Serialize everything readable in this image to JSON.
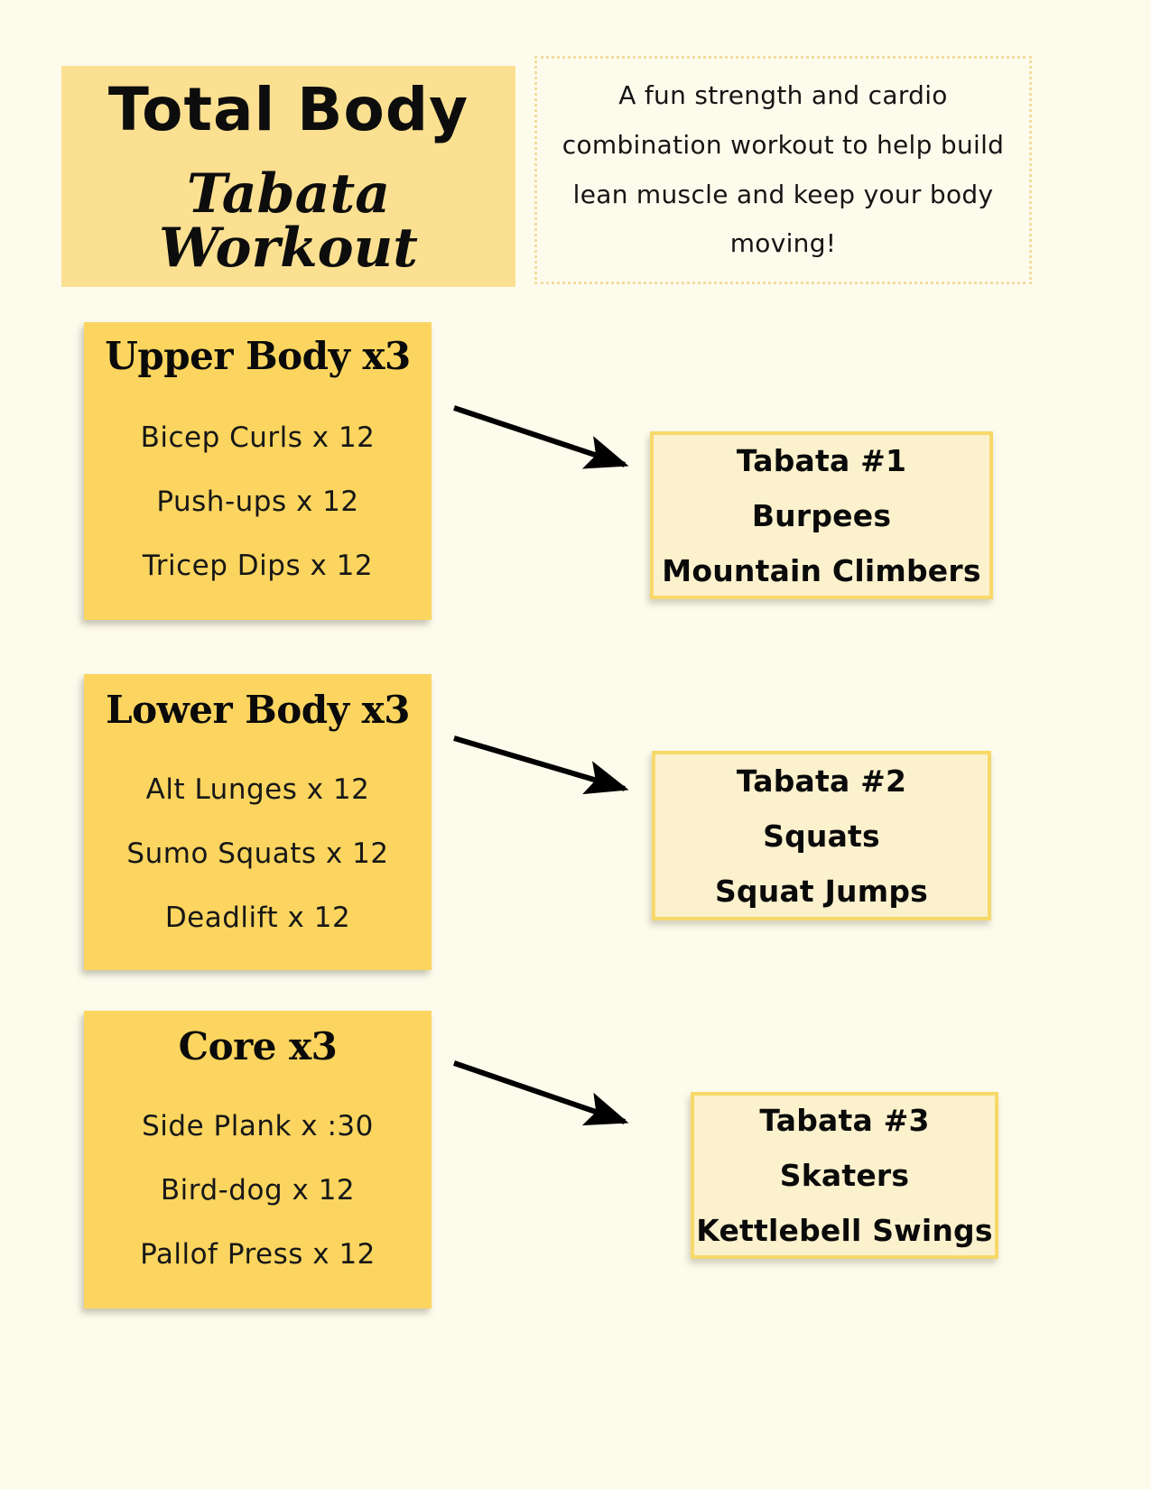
{
  "title": {
    "line1": "Total Body",
    "line2": "Tabata Workout"
  },
  "description": "A fun strength and cardio combination workout to help build lean muscle and keep your body moving!",
  "colors": {
    "page_background": "#fdfbec",
    "title_banner": "#fbe092",
    "block_yellow": "#fbd55f",
    "tabata_fill": "#fcf1cd",
    "tabata_border": "#f7d96a",
    "desc_border": "#f2dc9e",
    "text": "#0a0a0a",
    "arrow": "#000000"
  },
  "blocks": [
    {
      "title": "Upper Body x3",
      "exercises": [
        "Bicep Curls x 12",
        "Push-ups x 12",
        "Tricep Dips x 12"
      ]
    },
    {
      "title": "Lower Body x3",
      "exercises": [
        "Alt Lunges x 12",
        "Sumo Squats x 12",
        "Deadlift x 12"
      ]
    },
    {
      "title": "Core x3",
      "exercises": [
        "Side Plank x :30",
        "Bird-dog x 12",
        "Pallof Press x 12"
      ]
    }
  ],
  "tabatas": [
    {
      "heading": "Tabata #1",
      "move1": "Burpees",
      "move2": "Mountain Climbers"
    },
    {
      "heading": "Tabata #2",
      "move1": "Squats",
      "move2": "Squat Jumps"
    },
    {
      "heading": "Tabata #3",
      "move1": "Skaters",
      "move2": "Kettlebell Swings"
    }
  ]
}
